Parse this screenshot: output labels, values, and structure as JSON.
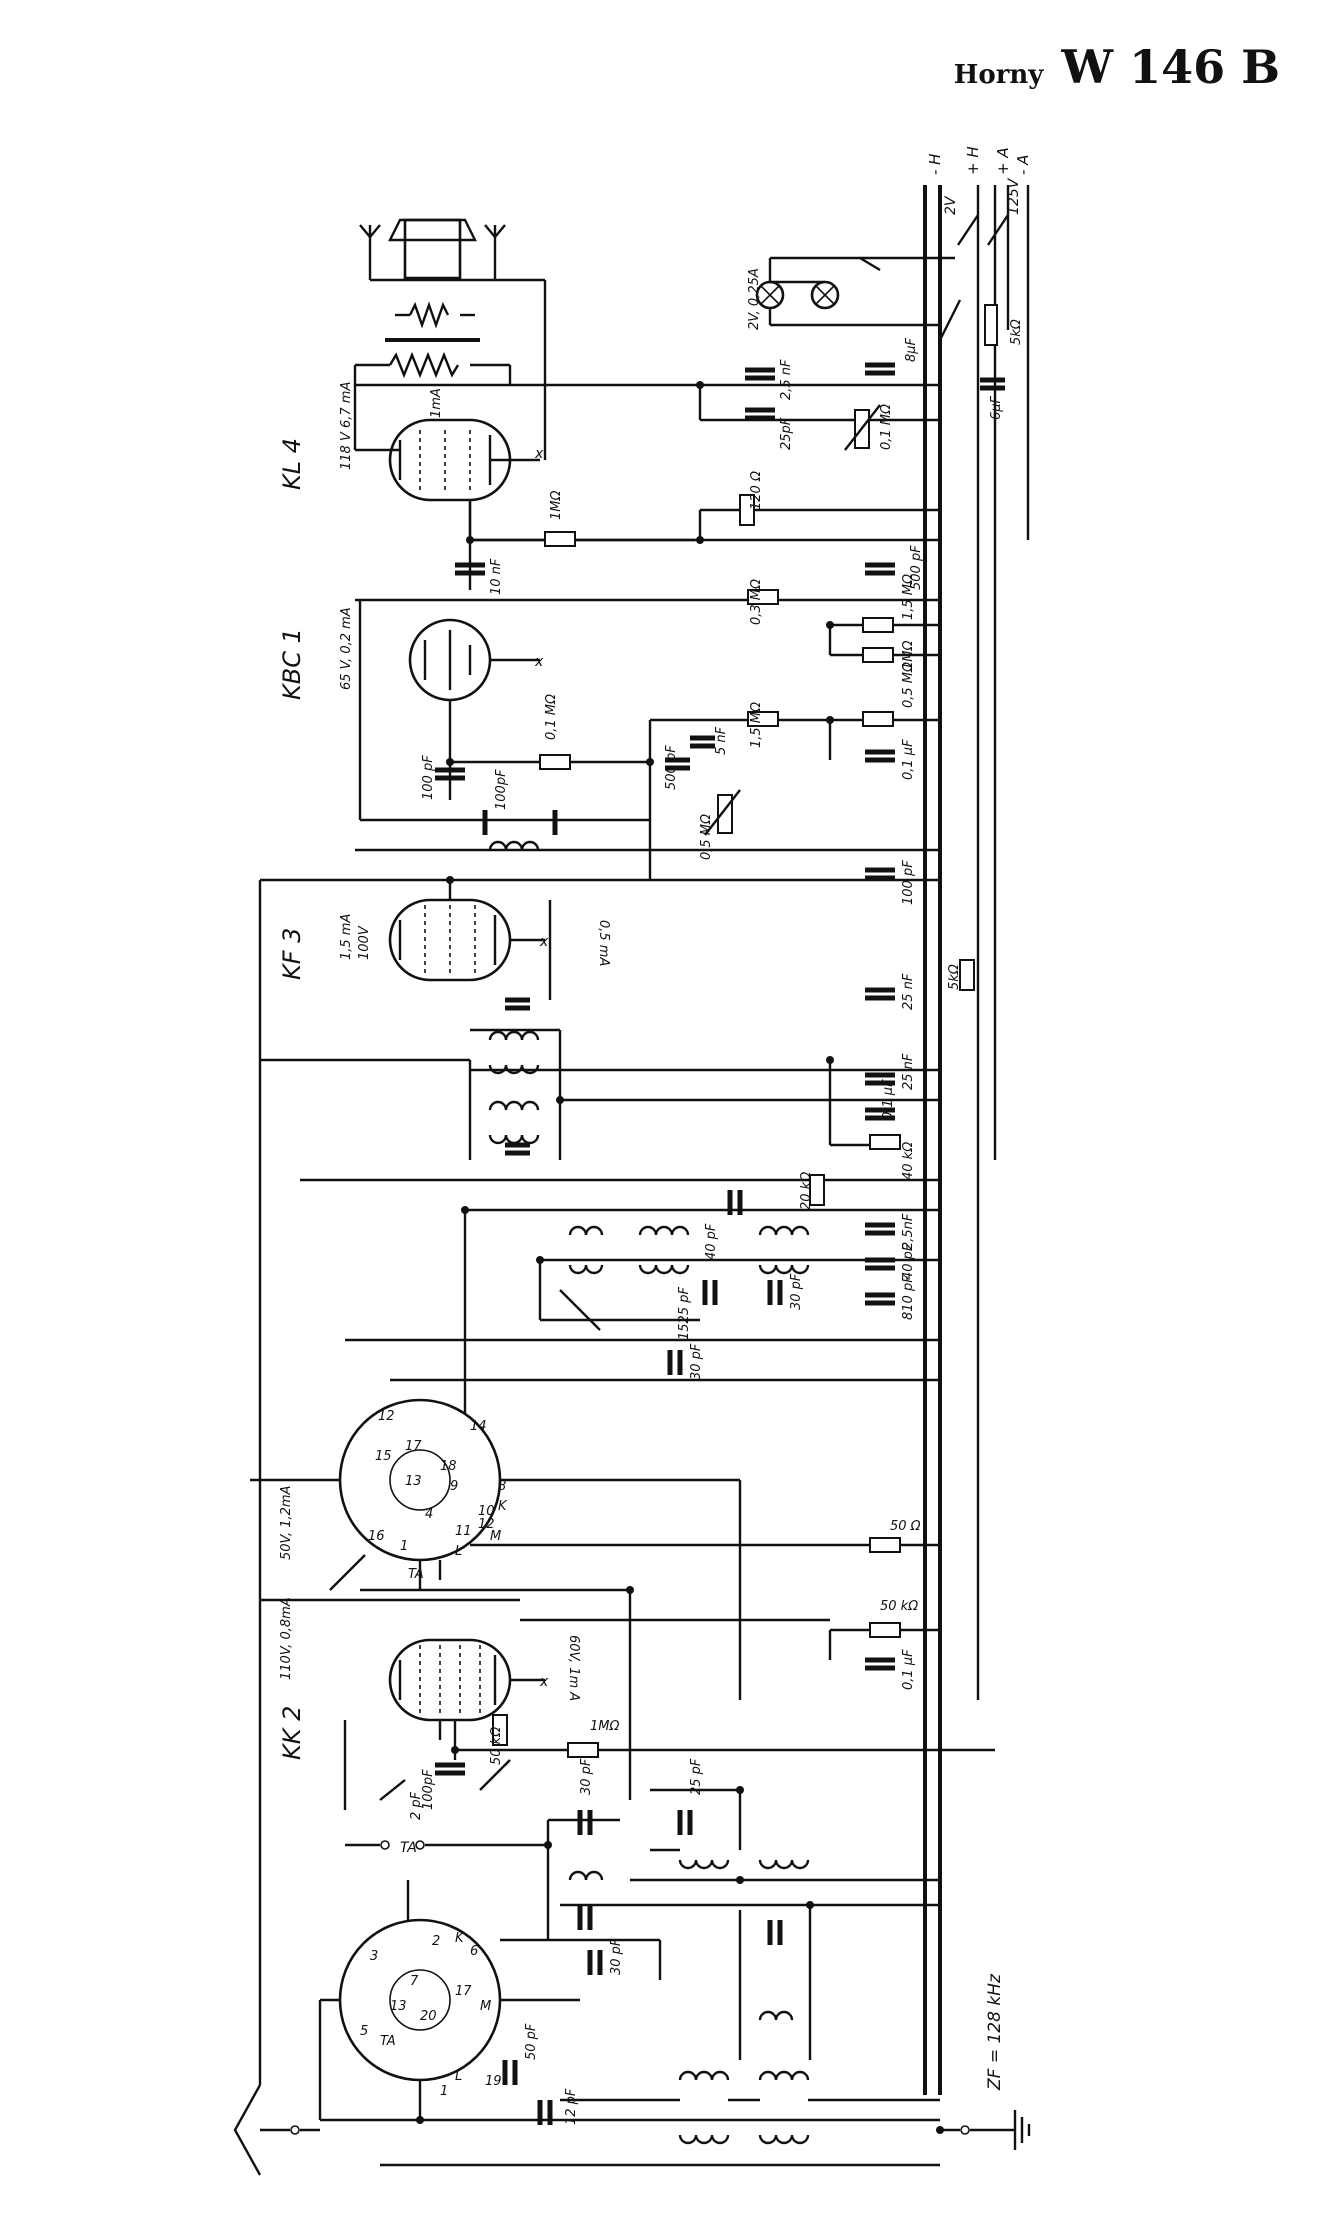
{
  "header": {
    "brand": "Horny",
    "model": "W 146 B"
  },
  "tubes": {
    "kl4": "KL 4",
    "kbc1": "KBC 1",
    "kf3": "KF 3",
    "kk2": "KK 2"
  },
  "supply": {
    "minus_h": "- H",
    "plus_h": "+ H",
    "plus_a": "+ A",
    "minus_a": "- A",
    "v2": "2V",
    "v125": "125V",
    "lamps": "2V, 0,25A",
    "r5k": "5kΩ",
    "c8u": "8µF",
    "c6u": "6µF"
  },
  "voltages": {
    "kl4": "118 V 6,7 mA",
    "kl4_g2": "1mA",
    "kbc1": "65 V, 0,2 mA",
    "kf3_i": "1,5 mA",
    "kf3_v": "100V",
    "kf3_g": "0,5 mA",
    "kk2_osc": "50V, 1,2mA",
    "kk2": "110V, 0,8mA",
    "kk2_g2": "60V, 1m A"
  },
  "components": {
    "c10n": "10 nF",
    "r1m_a": "1MΩ",
    "r120": "120 Ω",
    "c25n_a": "2,5 nF",
    "c25p": "25pF",
    "r01m_pot": "0,1 MΩ",
    "r03m": "0,3 MΩ",
    "c500p_a": "500 pF",
    "r15m_a": "1,5 MΩ",
    "r1m_b": "1MΩ",
    "r05m_a": "0,5 MΩ",
    "c100p_a": "100 pF",
    "r01m": "0,1 MΩ",
    "c100p_b": "100pF",
    "c500p_b": "500 pF",
    "r05m_pot": "0,5 MΩ",
    "c5n": "5 nF",
    "r15m_b": "1,5 MΩ",
    "c01u_a": "0,1 µF",
    "c100p_c": "100 pF",
    "r5k": "5kΩ",
    "c25n_b": "25 nF",
    "c25n_c": "25 nF",
    "c01u_b": "0,1 µF",
    "r40k": "40 kΩ",
    "r20k": "20 kΩ",
    "c40p_a": "40 pF",
    "c25n_d": "2,5nF",
    "c40p_b": "40 pF",
    "c1525": "1525 pF",
    "c30p_a": "30 pF",
    "c810": "810 pF",
    "c30p_b": "30 pF",
    "r50": "50 Ω",
    "r50k_a": "50 kΩ",
    "c01u_c": "0,1 µF",
    "r50k_b": "50 kΩ",
    "r1m_c": "1MΩ",
    "c100p_d": "100pF",
    "c2p": "2 pF",
    "c30p_c": "30 pF",
    "c25p_b": "25 pF",
    "c30p_d": "30 pF",
    "c50p": "50 pF",
    "c12p": "12 pF"
  },
  "switch": {
    "p12": "12",
    "p17": "17",
    "p14": "14",
    "p15": "15",
    "p13": "13",
    "p16": "16",
    "p18": "18",
    "p9": "9",
    "p8": "8",
    "pK": "K",
    "p1": "1",
    "p4": "4",
    "p11": "11",
    "p10": "10",
    "p12b": "12",
    "pM": "M",
    "pL": "L",
    "pTA": "TA",
    "q2": "2",
    "q3": "3",
    "q7": "7",
    "q13": "13",
    "qK": "K",
    "q6": "6",
    "q5": "5",
    "qTA": "TA",
    "q20": "20",
    "q17": "17",
    "qM": "M",
    "q19": "19",
    "qL": "L",
    "q1": "1"
  },
  "ta_label": "TA",
  "if_label": "ZF = 128 kHz"
}
